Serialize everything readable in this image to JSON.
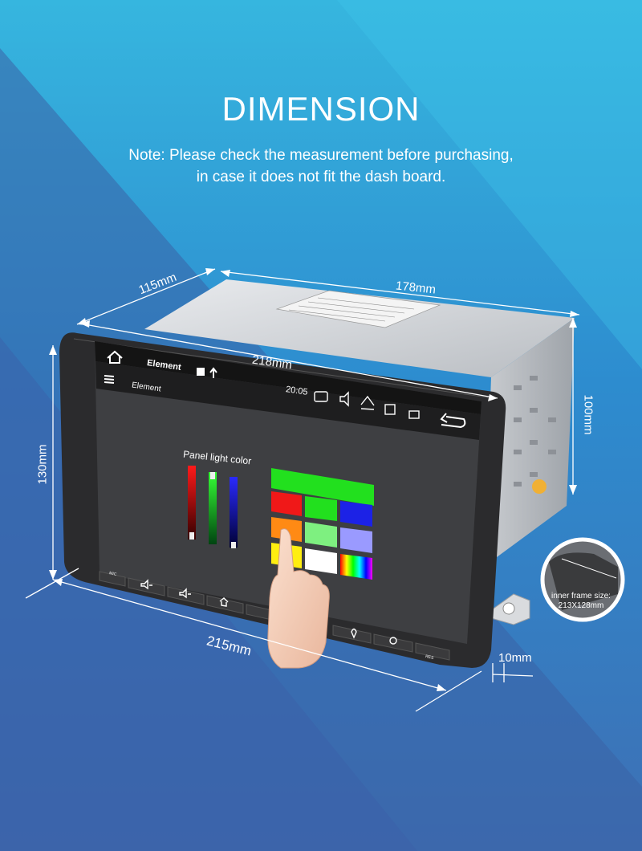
{
  "header": {
    "title": "DIMENSION",
    "note_line1": "Note: Please check the measurement before purchasing,",
    "note_line2": "in case it does not fit the dash board."
  },
  "dimensions": {
    "top_depth": "115mm",
    "top_width": "178mm",
    "screen_width": "218mm",
    "side_height": "100mm",
    "front_height": "130mm",
    "bottom_width": "215mm",
    "bracket_depth": "10mm"
  },
  "inset": {
    "line1": "inner frame size:",
    "line2": "213X128mm"
  },
  "device_screen": {
    "status_title": "Element",
    "app_title": "Element",
    "time": "20:05",
    "panel_label": "Panel light color"
  },
  "bezel_buttons": {
    "mic": "MIC",
    "res": "RES"
  },
  "colors": {
    "bg_top": "#36b6df",
    "bg_bottom": "#3e6fb4",
    "panel_green": "#22e01e",
    "panel_red": "#f01818",
    "panel_blue": "#1c22e6",
    "panel_orange": "#ff8a14",
    "panel_light_green": "#7ef080",
    "panel_lavender": "#9a9aff",
    "panel_yellow": "#ffee10",
    "panel_white": "#ffffff"
  },
  "icons": [
    "home-icon",
    "image-icon",
    "usb-icon",
    "menu-icon",
    "camera-icon",
    "volume-icon",
    "eject-icon",
    "close-box-icon",
    "window-icon",
    "back-icon",
    "location-pin-icon",
    "mic-icon",
    "volume-down-icon",
    "volume-up-icon",
    "power-icon",
    "gps-icon",
    "radio-icon"
  ]
}
